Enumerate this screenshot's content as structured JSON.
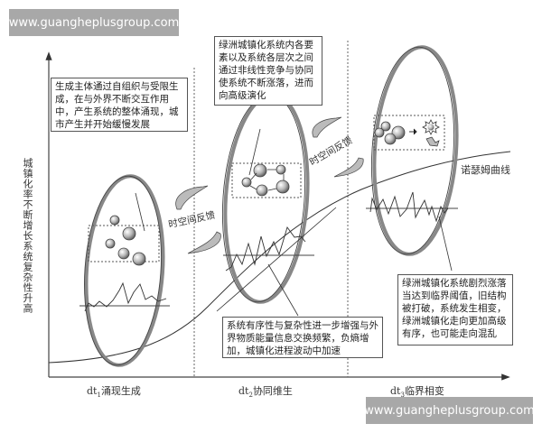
{
  "watermark": {
    "top": "www.guangheplusgroup.com",
    "bottom": "www.guangheplusgroup.com"
  },
  "axes": {
    "y_label": "城镇化率不断增长系统复杂性升高",
    "x_stages": [
      {
        "prefix": "dt",
        "sub": "1",
        "label": "涌现生成"
      },
      {
        "prefix": "dt",
        "sub": "2",
        "label": "协同维生"
      },
      {
        "prefix": "dt",
        "sub": "3",
        "label": "临界相变"
      }
    ]
  },
  "curve_label": "诺瑟姆曲线",
  "feedback_labels": [
    "时空间反馈",
    "时空间反馈"
  ],
  "annotations": {
    "stage1": "生成主体通过自组织与受限生成，在与外界不断交互作用中，产生系统的整体涌现，城市产生并开始缓慢发展",
    "stage2_top": "绿洲城镇化系统内各要素以及系统各层次之间通过非线性竞争与协同使系统不断涨落，进而向高级演化",
    "stage2_bottom": "系统有序性与复杂性进一步增强与外界物质能量信息交换频繁，负熵增加，城镇化进程波动中加速",
    "stage3": "绿洲城镇化系统剧烈涨落当达到临界阈值，旧结构被打破，系统发生相变，绿洲城镇化走向更加高级有序，也可能走向混乱"
  },
  "colors": {
    "watermark_bg": "#a8a8a8",
    "line": "#333333",
    "ellipse_rim": "#888888",
    "sphere": "#bbbbbb"
  }
}
